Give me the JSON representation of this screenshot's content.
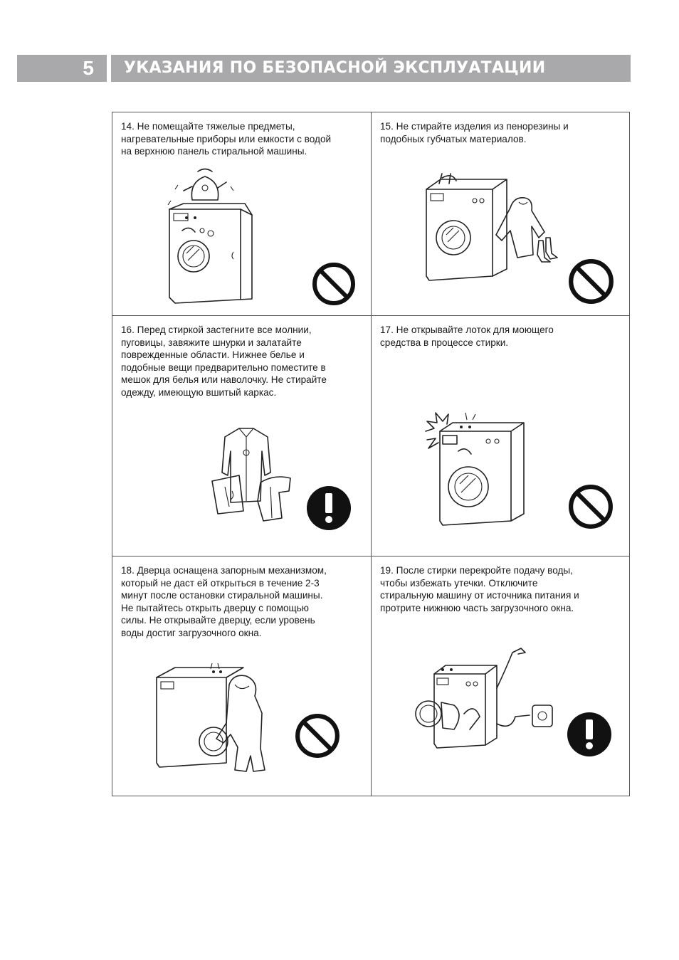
{
  "header": {
    "section_number": "5",
    "title": "УКАЗАНИЯ ПО БЕЗОПАСНОЙ ЭКСПЛУАТАЦИИ"
  },
  "cells": [
    {
      "id": "14",
      "text": "14. Не помещайте тяжелые предметы,\nнагревательные приборы или емкости с водой\nна верхнюю панель стиральной машины.",
      "sign": "prohibit-icon"
    },
    {
      "id": "15",
      "text": "15. Не стирайте изделия из пенорезины и\nподобных губчатых материалов.",
      "sign": "prohibit-icon"
    },
    {
      "id": "16",
      "text": "16. Перед стиркой застегните все молнии,\nпуговицы, завяжите шнурки и залатайте\nповрежденные области. Нижнее белье и\nподобные вещи предварительно поместите в\nмешок для белья или наволочку. Не стирайте\nодежду, имеющую вшитый каркас.",
      "sign": "warning-icon"
    },
    {
      "id": "17",
      "text": "17. Не открывайте лоток для моющего\nсредства в процессе стирки.",
      "sign": "prohibit-icon"
    },
    {
      "id": "18",
      "text": "18. Дверца оснащена запорным механизмом,\nкоторый не даст ей открыться в течение 2-3\nминут после остановки стиральной машины.\nНе пытайтесь открыть дверцу с помощью\nсилы. Не открывайте дверцу, если уровень\nводы достиг загрузочного окна.",
      "sign": "prohibit-icon"
    },
    {
      "id": "19",
      "text": "19. После стирки перекройте подачу воды,\nчтобы избежать утечки. Отключите\nстиральную машину от  источника питания и\nпротрите нижнюю часть загрузочного окна.",
      "sign": "warning-icon"
    }
  ],
  "colors": {
    "header_bg": "#a9a9ab",
    "header_text": "#ffffff",
    "border": "#555555",
    "icon": "#111111"
  }
}
